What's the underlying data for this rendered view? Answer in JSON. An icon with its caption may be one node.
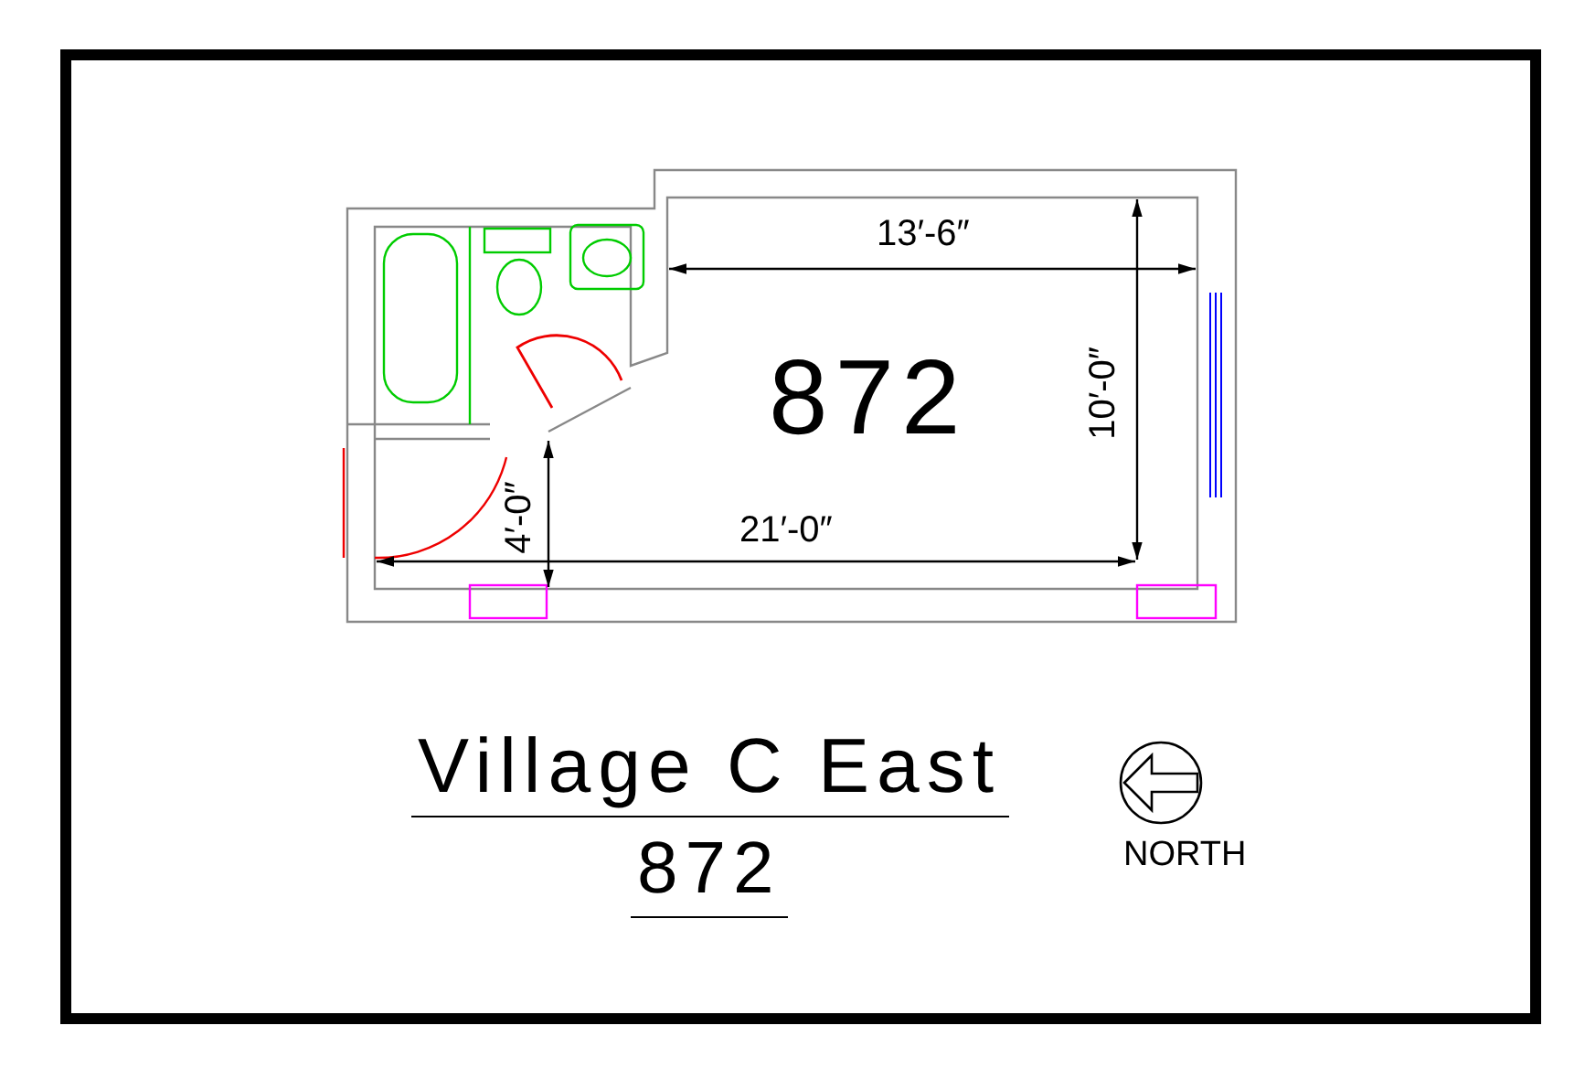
{
  "diagram": {
    "labels": [
      "13′-6″",
      "872",
      "10′-0″",
      "4′-0″",
      "21′-0″",
      "Village C East",
      "872",
      "NORTH"
    ]
  }
}
